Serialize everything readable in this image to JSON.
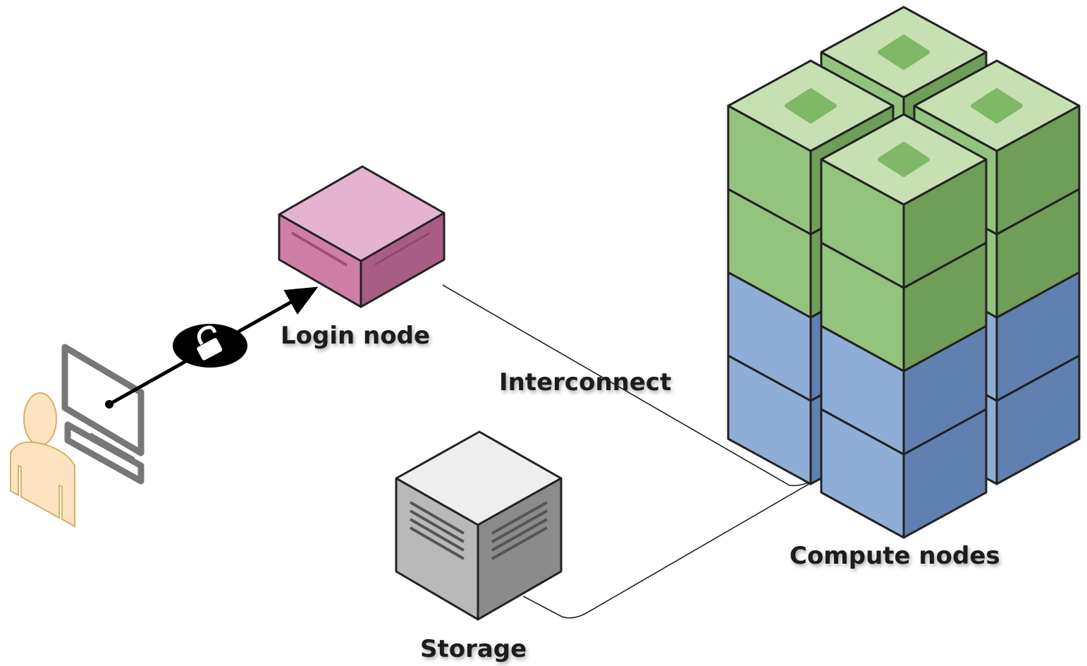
{
  "diagram": {
    "labels": {
      "login": "Login node",
      "interconnect": "Interconnect",
      "storage": "Storage",
      "compute": "Compute nodes"
    },
    "icons": {
      "user": "user-icon",
      "workstation": "computer-icon",
      "lock": "lock-icon",
      "login_node": "server-box-icon",
      "storage_node": "storage-box-icon",
      "compute_stack": "cube-stack-icon"
    },
    "colors": {
      "login_top": "#e5b3cf",
      "login_front": "#cf7fa6",
      "login_side": "#a85e84",
      "storage_top": "#eeeeee",
      "storage_front": "#b9b9b9",
      "storage_side": "#8b8b8b",
      "green_top": "#c6e0b2",
      "green_front": "#93c47d",
      "green_side": "#6e9e57",
      "blue_front": "#8eaed8",
      "blue_side": "#5f80b0",
      "user_fill": "#fde3c0",
      "user_stroke": "#d8ae6a",
      "outline": "#222222"
    }
  }
}
